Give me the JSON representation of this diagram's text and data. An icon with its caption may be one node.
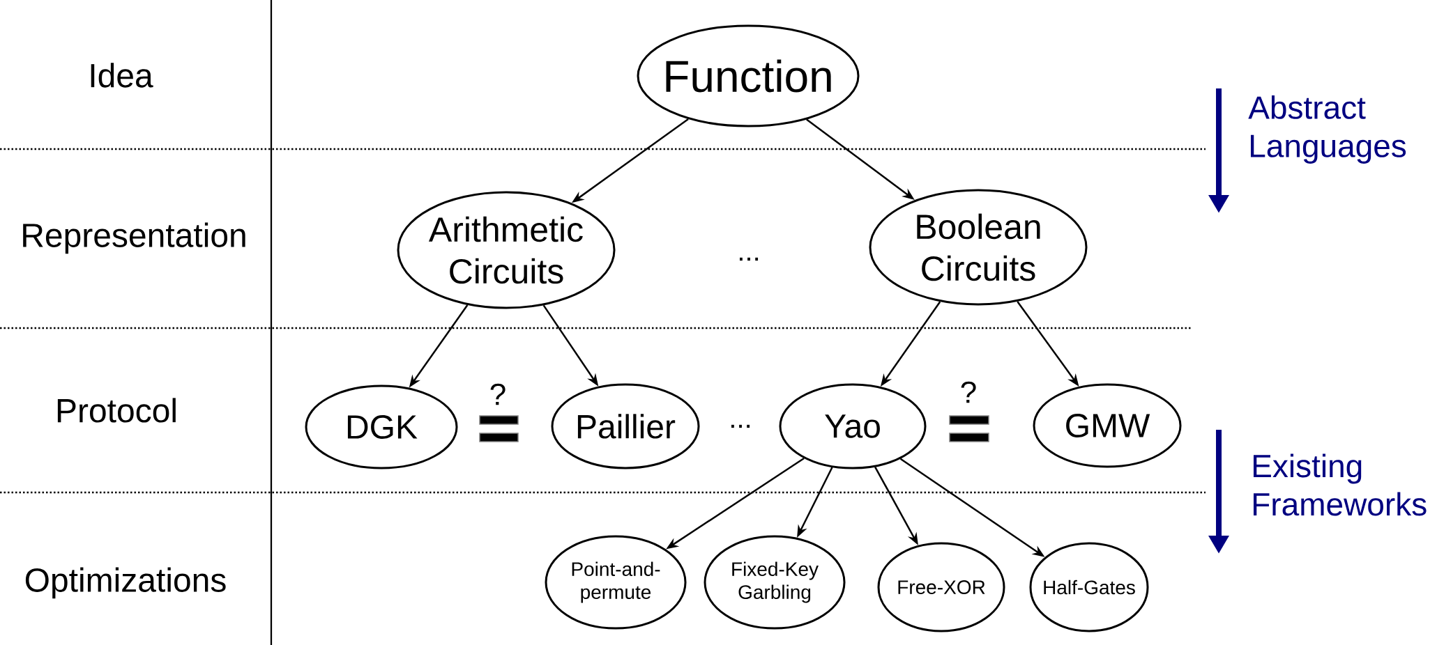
{
  "diagram": {
    "nodes": [
      {
        "text": [
          "Function"
        ]
      },
      {
        "text": [
          "Arithmetic Circuits"
        ]
      },
      {
        "text": [
          "Boolean Circuits"
        ]
      },
      {
        "text": [
          "DGK"
        ]
      },
      {
        "text": [
          "Paillier"
        ]
      },
      {
        "text": [
          "Yao"
        ]
      },
      {
        "text": [
          "GMW"
        ]
      },
      {
        "text": [
          "Point-and-permute"
        ]
      },
      {
        "text": [
          "Fixed-Key Garbling"
        ]
      },
      {
        "text": [
          "Free-XOR"
        ]
      },
      {
        "text": [
          "Half-Gates"
        ]
      }
    ],
    "edges": [
      {
        "from": 0,
        "to": 1,
        "arrow": "to"
      },
      {
        "from": 0,
        "to": 2,
        "arrow": "to"
      },
      {
        "from": 1,
        "to": 3,
        "arrow": "to"
      },
      {
        "from": 1,
        "to": 4,
        "arrow": "to"
      },
      {
        "from": 2,
        "to": 5,
        "arrow": "to"
      },
      {
        "from": 2,
        "to": 6,
        "arrow": "to"
      },
      {
        "from": 5,
        "to": 7,
        "arrow": "to"
      },
      {
        "from": 5,
        "to": 8,
        "arrow": "to"
      },
      {
        "from": 5,
        "to": 9,
        "arrow": "to"
      },
      {
        "from": 5,
        "to": 10,
        "arrow": "to"
      }
    ],
    "labels": [
      "Idea",
      "Abstract Languages",
      "Representation",
      "...",
      "Protocol",
      "?",
      "...",
      "?",
      "Existing Frameworks",
      "Optimizations"
    ]
  }
}
